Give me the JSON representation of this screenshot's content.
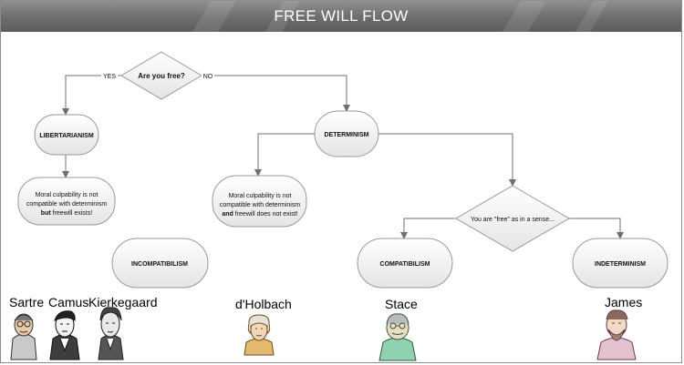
{
  "title": "FREE WILL FLOW",
  "decision_root": {
    "label": "Are you free?",
    "yes": "YES",
    "no": "NO"
  },
  "libertarianism": {
    "label": "LIBERTARIANISM",
    "note": {
      "line1": "Moral culpability is not",
      "line2": "compatible with determinism",
      "line3_bold": "but",
      "line3_rest": " freewill exists!"
    }
  },
  "determinism": {
    "label": "DETERMINISM",
    "note": {
      "line1": "Moral culpability is not",
      "line2": "compatible with determinism",
      "line3_bold": "and",
      "line3_rest": " freewill does not exist!"
    }
  },
  "decision_sense": {
    "label": "You are \"free\" as in a sense..."
  },
  "incompatibilism": {
    "label": "INCOMPATIBILISM"
  },
  "compatibilism": {
    "label": "COMPATIBILISM"
  },
  "indeterminism": {
    "label": "INDETERMINISM"
  },
  "philosophers": [
    {
      "name": "Sartre",
      "icon": "portrait-sartre"
    },
    {
      "name": "Camus",
      "icon": "portrait-camus"
    },
    {
      "name": "Kierkegaard",
      "icon": "portrait-kierkegaard"
    },
    {
      "name": "d'Holbach",
      "icon": "portrait-dholbach"
    },
    {
      "name": "Stace",
      "icon": "portrait-stace"
    },
    {
      "name": "James",
      "icon": "portrait-james"
    }
  ],
  "colors": {
    "banner": "#6d6d6d",
    "node_fill": "#ececec",
    "node_stroke": "#9a9a9a",
    "connector": "#6f6f6f"
  }
}
